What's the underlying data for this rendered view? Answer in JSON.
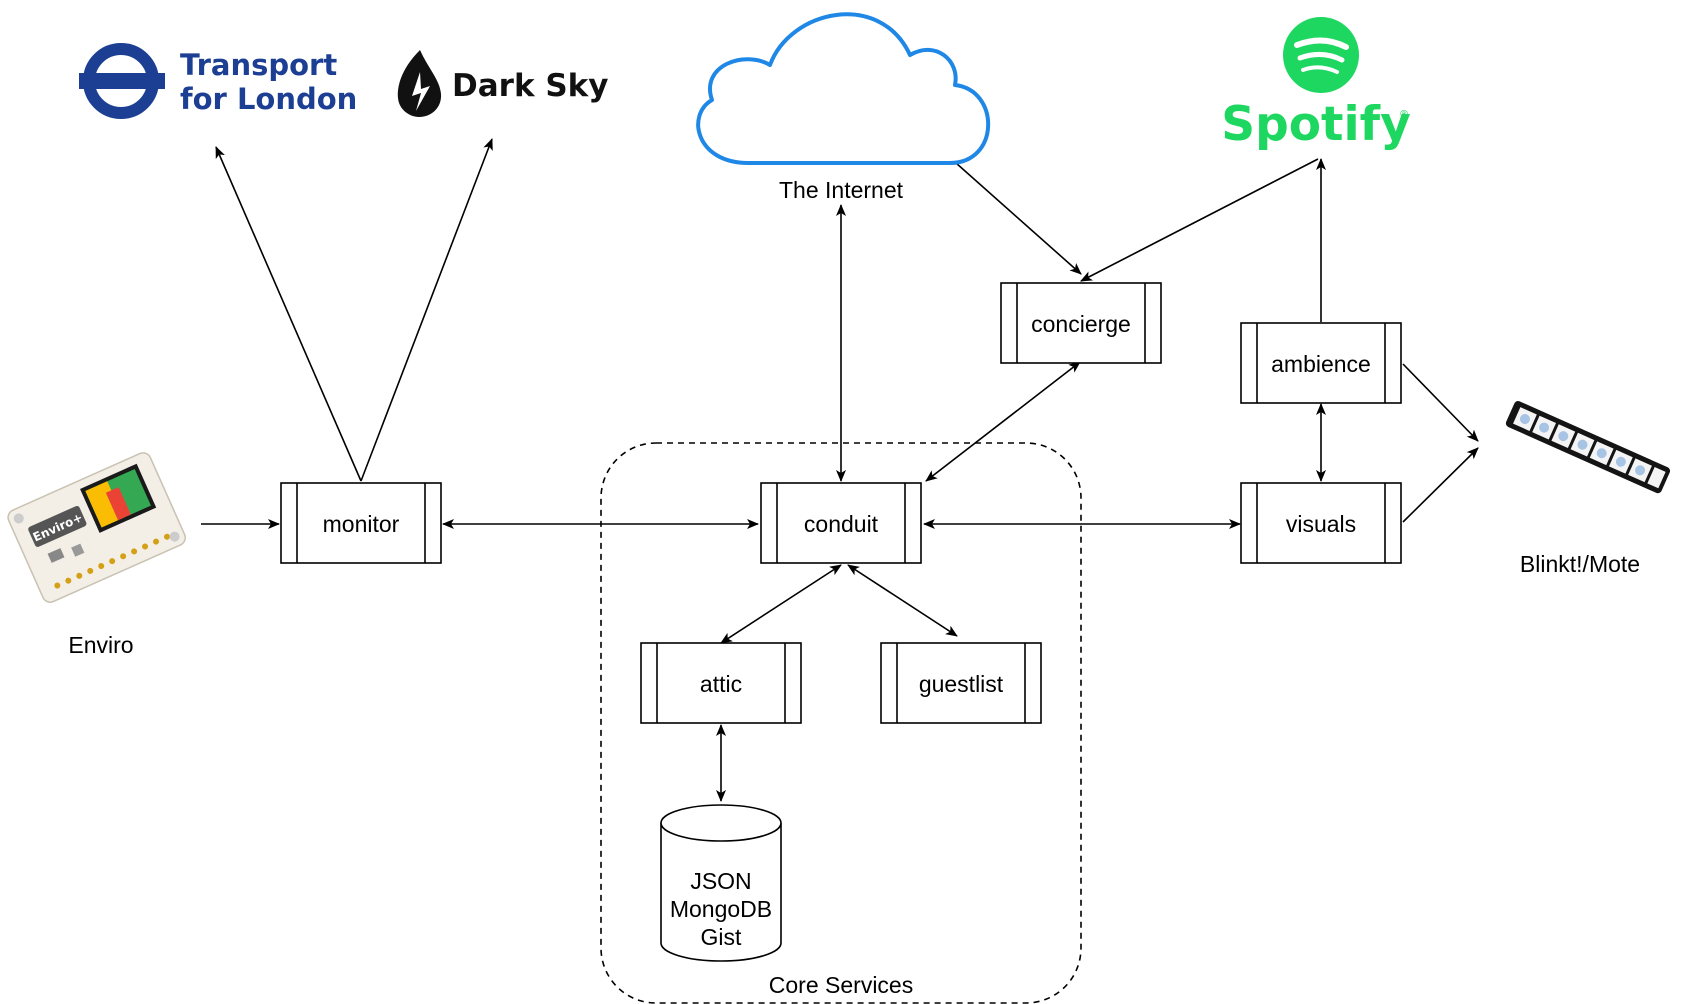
{
  "diagram": {
    "external_services": {
      "tfl": "Transport\nfor London",
      "darksky": "Dark Sky",
      "spotify": "Spotify",
      "internet": "The Internet"
    },
    "devices": {
      "enviro": "Enviro",
      "enviro_board_text": "Enviro+",
      "blinkt": "Blinkt!/Mote"
    },
    "services": {
      "monitor": "monitor",
      "conduit": "conduit",
      "concierge": "concierge",
      "ambience": "ambience",
      "visuals": "visuals",
      "attic": "attic",
      "guestlist": "guestlist"
    },
    "storage": {
      "line1": "JSON",
      "line2": "MongoDB",
      "line3": "Gist"
    },
    "group_label": "Core Services",
    "colors": {
      "tfl_blue": "#1c3f94",
      "spotify_green": "#1ed760",
      "cloud_blue": "#1f87e5",
      "line": "#000000"
    }
  }
}
